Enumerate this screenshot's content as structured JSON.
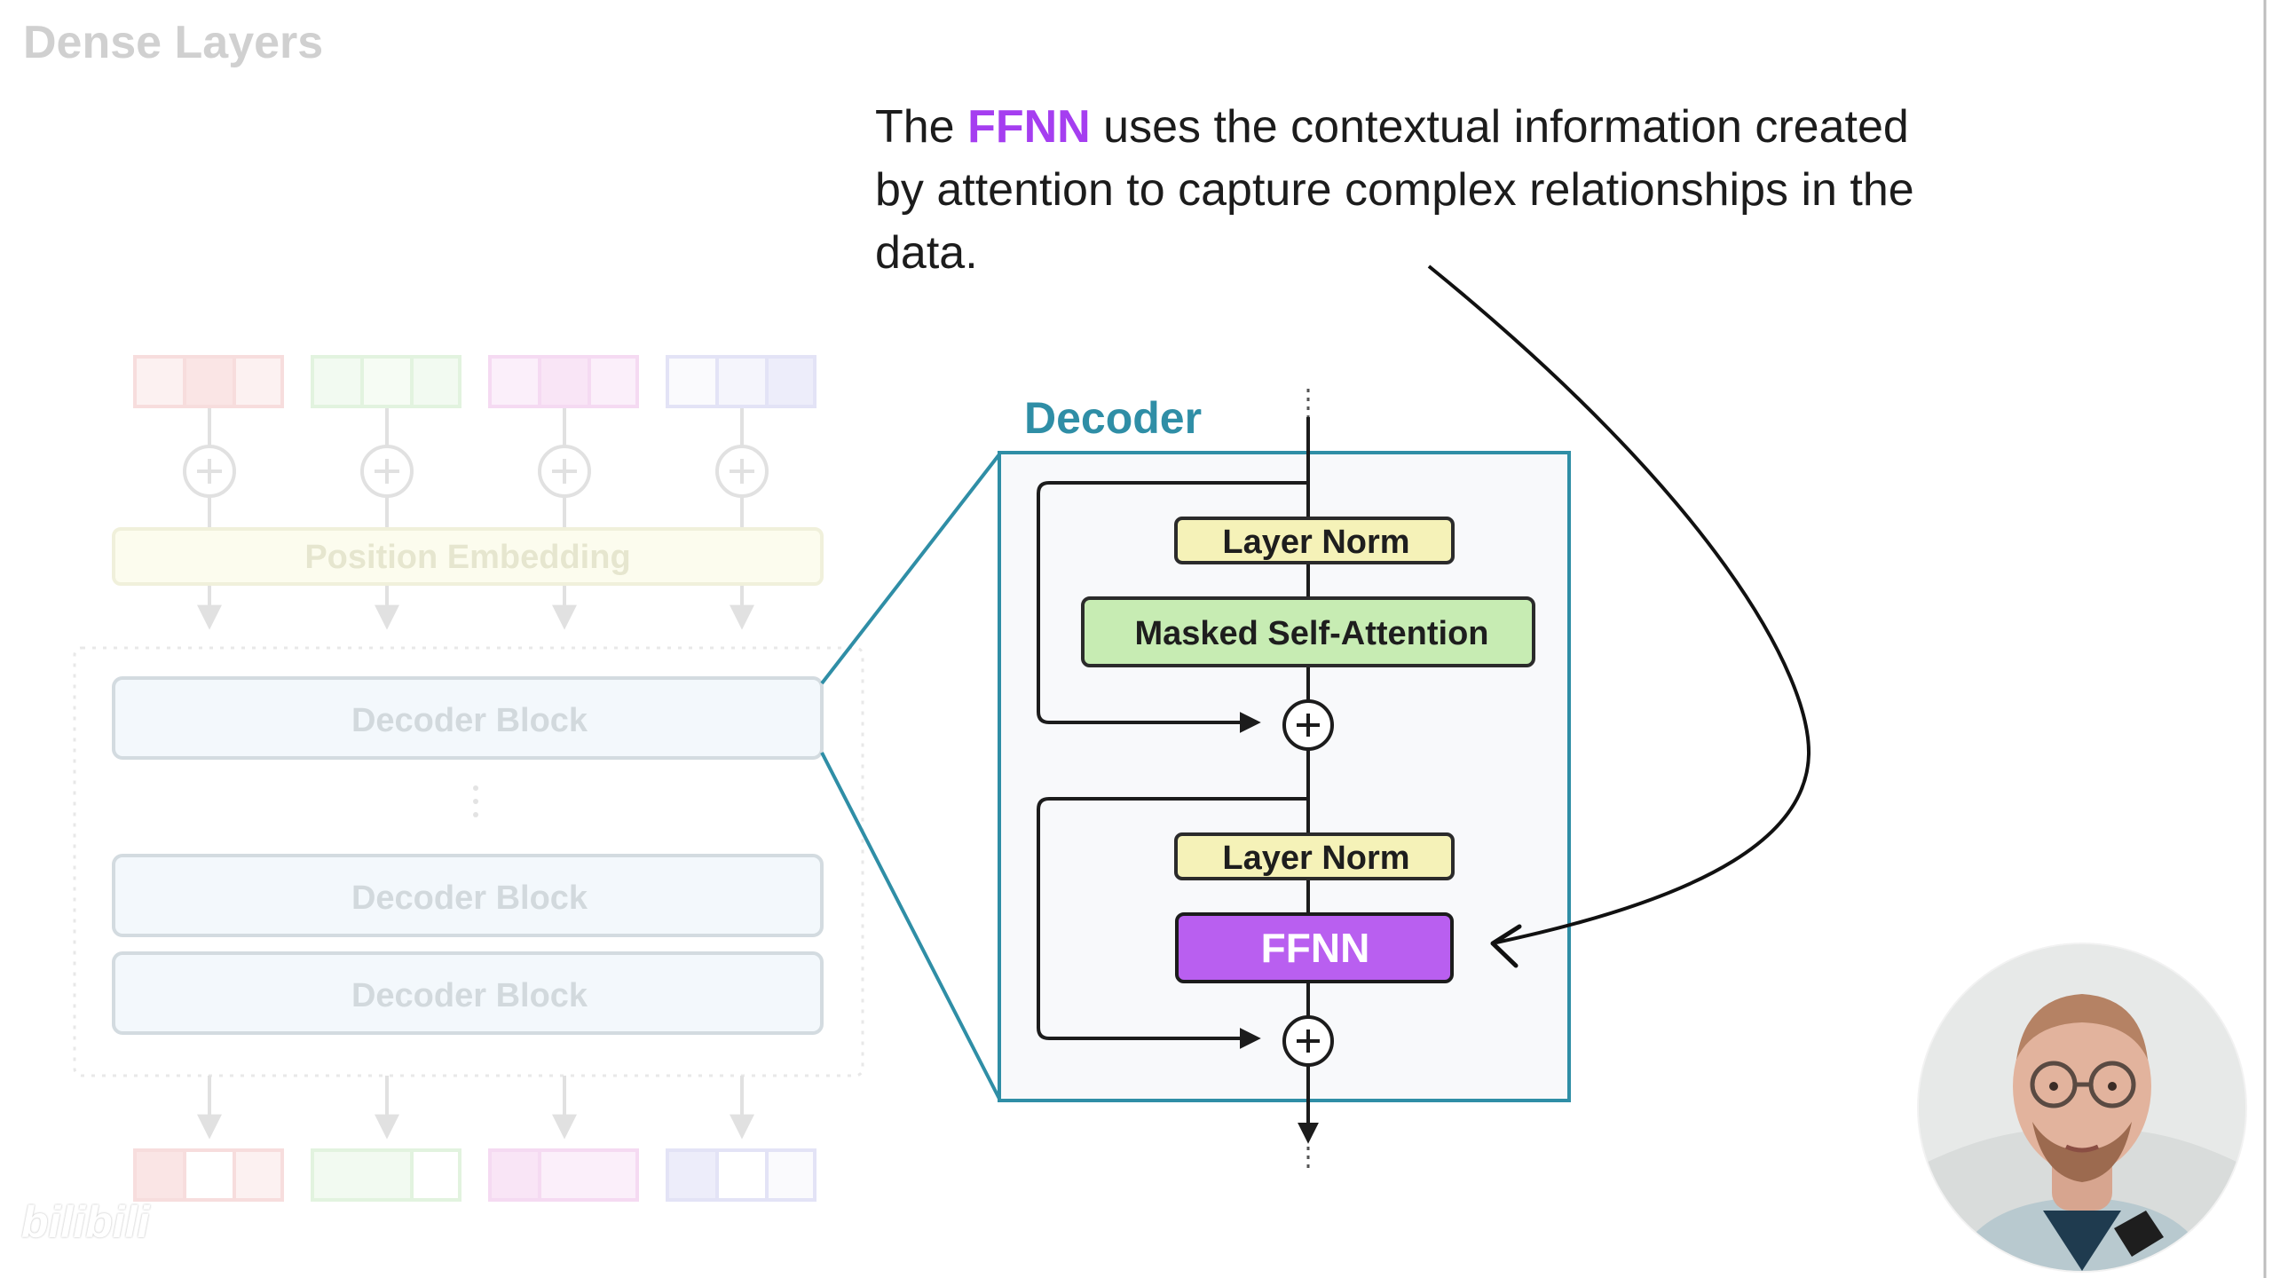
{
  "slide": {
    "title": "Dense Layers",
    "caption_pre": "The ",
    "caption_highlight": "FFNN",
    "caption_post": " uses the contextual information created by attention to capture complex relationships in the data."
  },
  "overview": {
    "position_embedding_label": "Position Embedding",
    "decoder_block_labels": [
      "Decoder Block",
      "Decoder Block",
      "Decoder Block"
    ]
  },
  "decoder_detail": {
    "title": "Decoder",
    "layer_norm_1": "Layer Norm",
    "attention_label": "Masked Self-Attention",
    "layer_norm_2": "Layer Norm",
    "ffnn_label": "FFNN"
  },
  "watermark": {
    "text": "bilibili"
  },
  "colors": {
    "decoder_teal": "#2f8ea6",
    "ffnn_purple": "#b95ff0",
    "highlight_purple": "#a53ef0",
    "layer_norm_yellow": "#f5f2b8",
    "attention_green": "#c7ecb3"
  }
}
